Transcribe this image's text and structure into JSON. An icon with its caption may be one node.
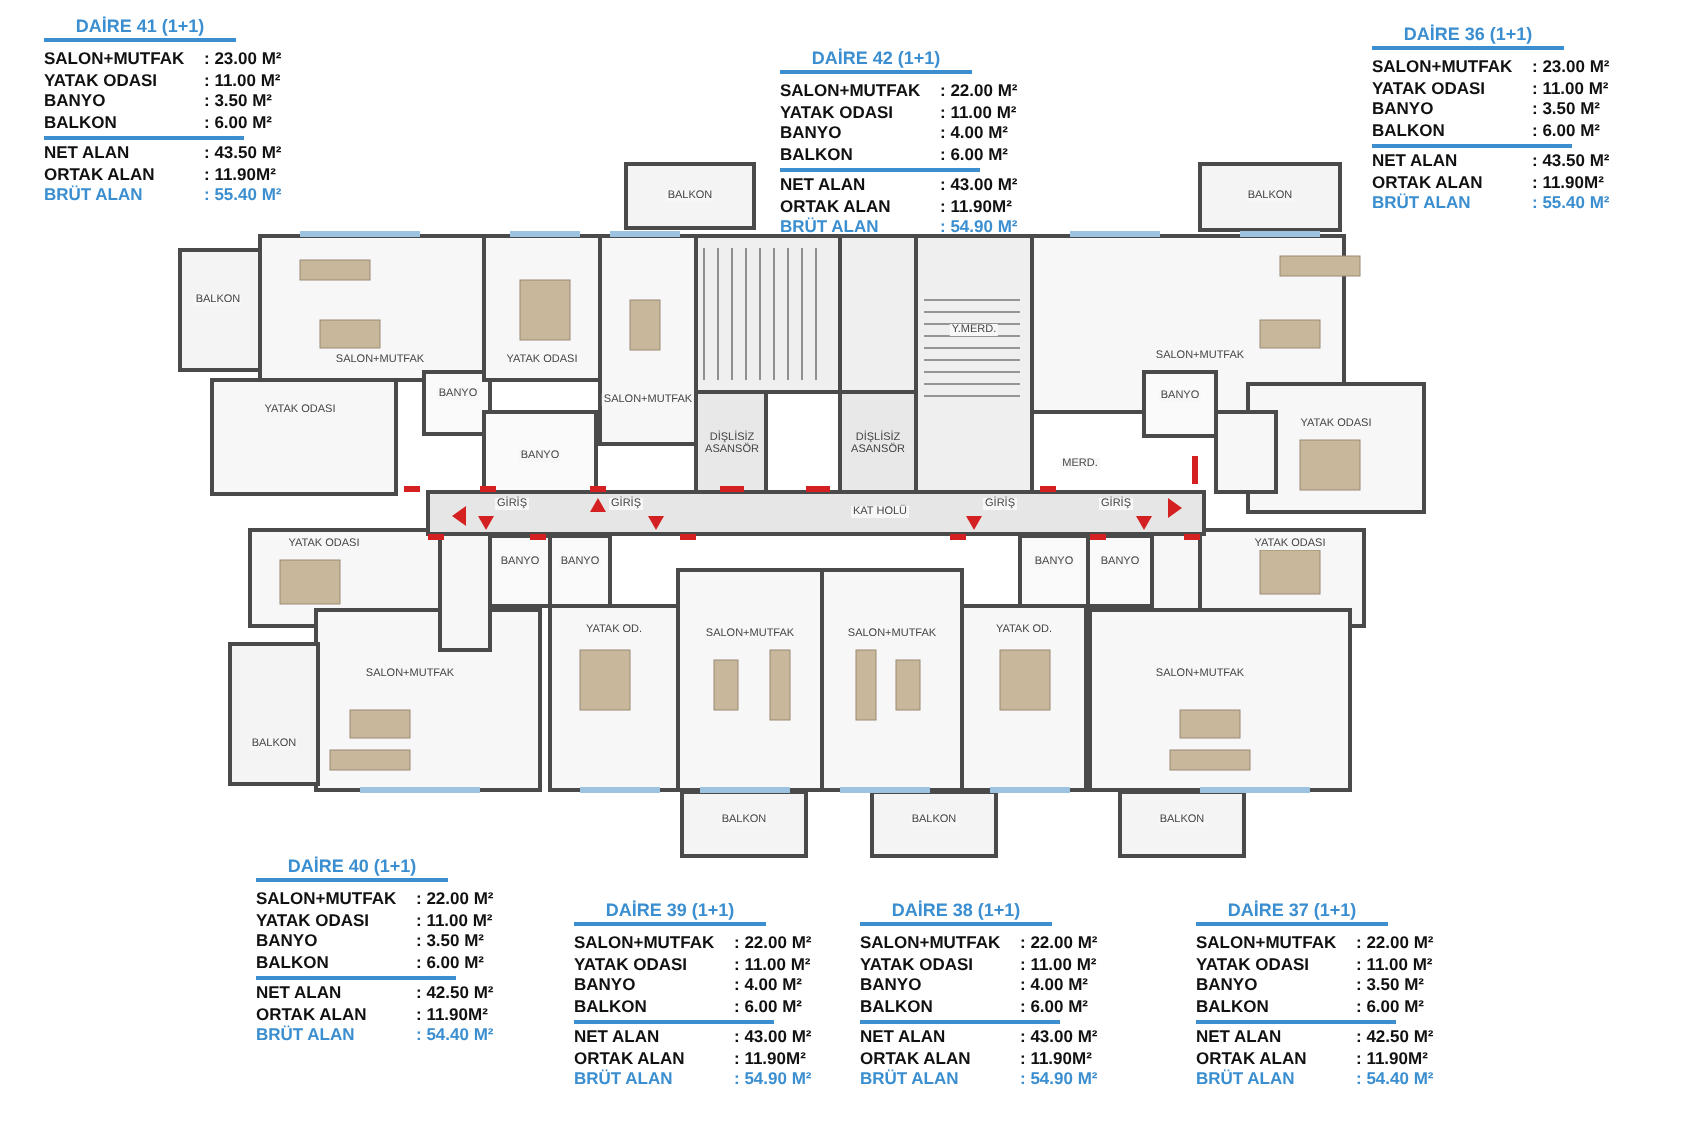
{
  "diagram": {
    "labels": [
      "DAİRE 41 (1+1)",
      "SALON+MUTFAK",
      ": 23.00 M²",
      "YATAK ODASI",
      ": 11.00 M²",
      "BANYO",
      ": 3.50 M²",
      "BALKON",
      ": 6.00 M²",
      "NET ALAN",
      ": 43.50 M²",
      "ORTAK ALAN",
      ": 11.90M²",
      "BRÜT ALAN",
      ": 55.40 M²",
      "DAİRE 42 (1+1)",
      "SALON+MUTFAK",
      ": 22.00 M²",
      "YATAK ODASI",
      ": 11.00 M²",
      "BANYO",
      ": 4.00 M²",
      "BALKON",
      ": 6.00 M²",
      "NET ALAN",
      ": 43.00 M²",
      "ORTAK ALAN",
      ": 11.90M²",
      "BRÜT ALAN",
      ": 54.90 M²",
      "DAİRE 36 (1+1)",
      "SALON+MUTFAK",
      ": 23.00 M²",
      "YATAK ODASI",
      ": 11.00 M²",
      "BANYO",
      ": 3.50 M²",
      "BALKON",
      ": 6.00 M²",
      "NET ALAN",
      ": 43.50 M²",
      "ORTAK ALAN",
      ": 11.90M²",
      "BRÜT ALAN",
      ": 55.40 M²",
      "BALKON",
      "SALON+MUTFAK",
      "YATAK ODASI",
      "BALKON",
      "SALON+MUTFAK",
      "BANYO",
      "YATAK ODASI",
      "BANYO",
      "DİŞLİSİZ ASANSÖR",
      "DİŞLİSİZ ASANSÖR",
      "Y.MERD.",
      "MERD.",
      "BALKON",
      "SALON+MUTFAK",
      "BANYO",
      "YATAK ODASI",
      "GİRİŞ",
      "GİRİŞ",
      "KAT HOLÜ",
      "GİRİŞ",
      "GİRİŞ",
      "YATAK ODASI",
      "BANYO",
      "BANYO",
      "BANYO",
      "BANYO",
      "YATAK ODASI",
      "SALON+MUTFAK",
      "SALON+MUTFAK",
      "SALON+MUTFAK",
      "SALON+MUTFAK",
      "YATAK OD.",
      "YATAK OD.",
      "BALKON",
      "BALKON",
      "BALKON",
      "BALKON",
      "DAİRE 40 (1+1)",
      "SALON+MUTFAK",
      ": 22.00 M²",
      "YATAK ODASI",
      ": 11.00 M²",
      "BANYO",
      ": 3.50 M²",
      "BALKON",
      ": 6.00 M²",
      "NET ALAN",
      ": 42.50 M²",
      "ORTAK ALAN",
      ": 11.90M²",
      "BRÜT ALAN",
      ": 54.40 M²",
      "DAİRE 39 (1+1)",
      "SALON+MUTFAK",
      ": 22.00 M²",
      "YATAK ODASI",
      ": 11.00 M²",
      "BANYO",
      ": 4.00 M²",
      "BALKON",
      ": 6.00 M²",
      "NET ALAN",
      ": 43.00 M²",
      "ORTAK ALAN",
      ": 11.90M²",
      "BRÜT ALAN",
      ": 54.90 M²",
      "DAİRE 38 (1+1)",
      "SALON+MUTFAK",
      ": 22.00 M²",
      "YATAK ODASI",
      ": 11.00 M²",
      "BANYO",
      ": 4.00 M²",
      "BALKON",
      ": 6.00 M²",
      "NET ALAN",
      ": 43.00 M²",
      "ORTAK ALAN",
      ": 11.90M²",
      "BRÜT ALAN",
      ": 54.90 M²",
      "DAİRE 37 (1+1)",
      "SALON+MUTFAK",
      ": 22.00 M²",
      "YATAK ODASI",
      ": 11.00 M²",
      "BANYO",
      ": 3.50 M²",
      "BALKON",
      ": 6.00 M²",
      "NET ALAN",
      ": 42.50 M²",
      "ORTAK ALAN",
      ": 11.90M²",
      "BRÜT ALAN",
      ": 54.40 M²"
    ]
  }
}
